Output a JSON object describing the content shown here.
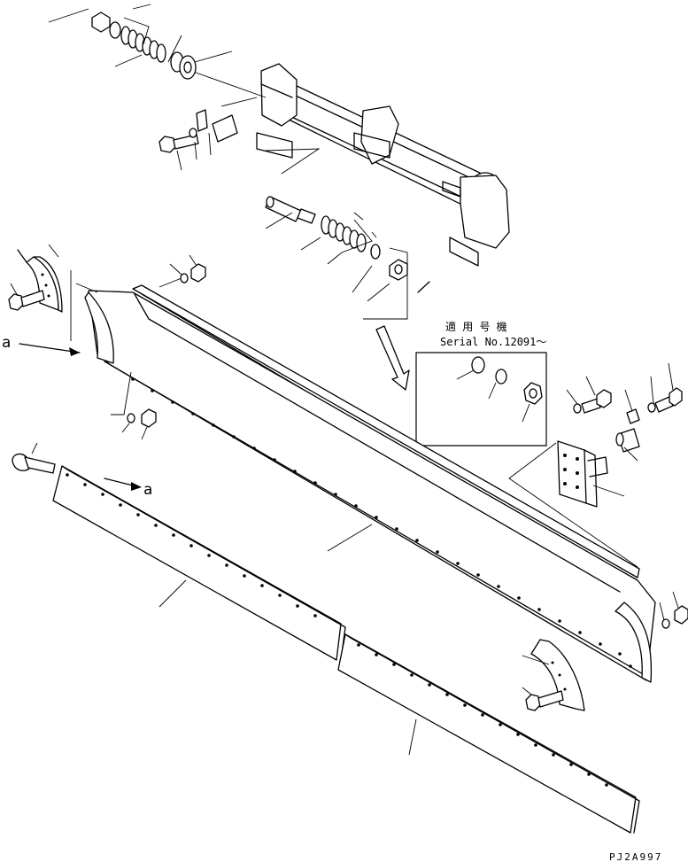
{
  "labels": {
    "callout_a_left": "a",
    "callout_a_lower": "a",
    "applicability_jp": "適 用 号 機",
    "serial": "Serial No.12091～",
    "drawing_code": "PJ2A997"
  },
  "colors": {
    "line": "#000000",
    "background": "#ffffff"
  }
}
